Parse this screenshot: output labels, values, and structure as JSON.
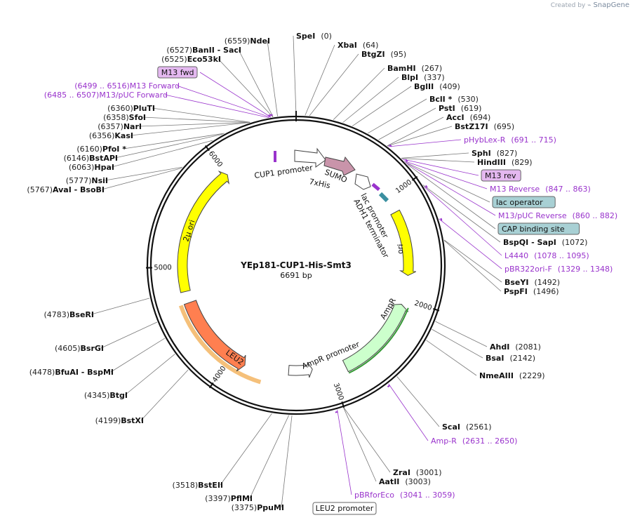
{
  "watermark": {
    "prefix": "Created by",
    "brand": "SnapGene"
  },
  "plasmid": {
    "name": "YEp181-CUP1-His-Smt3",
    "length": "6691 bp"
  },
  "ticks": [
    "1000",
    "2000",
    "3000",
    "4000",
    "5000",
    "6000"
  ],
  "features": {
    "cup1": "CUP1 promoter",
    "sumo": "SUMO",
    "his": "7xHis",
    "lac": "lac promoter",
    "adh1": "ADH1 terminator",
    "ori": "ori",
    "ampr": "AmpR",
    "amprp": "AmpR promoter",
    "leu2": "LEU2",
    "twomu": "2μ ori",
    "leu2p": "LEU2 promoter"
  },
  "right_labels": [
    {
      "name": "SpeI",
      "pos": "(0)"
    },
    {
      "name": "XbaI",
      "pos": "(64)"
    },
    {
      "name": "BtgZI",
      "pos": "(95)"
    },
    {
      "name": "BamHI",
      "pos": "(267)"
    },
    {
      "name": "BlpI",
      "pos": "(337)"
    },
    {
      "name": "BglII",
      "pos": "(409)"
    },
    {
      "name": "BclI *",
      "pos": "(530)"
    },
    {
      "name": "PstI",
      "pos": "(619)"
    },
    {
      "name": "AccI",
      "pos": "(694)"
    },
    {
      "name": "BstZ17I",
      "pos": "(695)"
    },
    {
      "primer": "pHybLex-R",
      "pos": "(691 .. 715)"
    },
    {
      "name": "SphI",
      "pos": "(827)"
    },
    {
      "name": "HindIII",
      "pos": "(829)"
    },
    {
      "box": "M13 rev",
      "kind": "primer"
    },
    {
      "primer": "M13 Reverse",
      "pos": "(847 .. 863)"
    },
    {
      "box": "lac operator",
      "kind": "feature"
    },
    {
      "primer": "M13/pUC Reverse",
      "pos": "(860 .. 882)"
    },
    {
      "box": "CAP binding site",
      "kind": "feature"
    },
    {
      "name": "BspQI - SapI",
      "pos": "(1072)"
    },
    {
      "primer": "L4440",
      "pos": "(1078 .. 1095)"
    },
    {
      "primer": "pBR322ori-F",
      "pos": "(1329 .. 1348)"
    },
    {
      "name": "BseYI",
      "pos": "(1492)"
    },
    {
      "name": "PspFI",
      "pos": "(1496)"
    },
    {
      "name": "AhdI",
      "pos": "(2081)"
    },
    {
      "name": "BsaI",
      "pos": "(2142)"
    },
    {
      "name": "NmeAIII",
      "pos": "(2229)"
    },
    {
      "name": "ScaI",
      "pos": "(2561)"
    },
    {
      "primer": "Amp-R",
      "pos": "(2631 .. 2650)"
    },
    {
      "name": "ZraI",
      "pos": "(3001)"
    },
    {
      "name": "AatII",
      "pos": "(3003)"
    },
    {
      "primer": "pBRforEco",
      "pos": "(3041 .. 3059)"
    }
  ],
  "left_labels": [
    {
      "name": "NdeI",
      "pos": "(6559)"
    },
    {
      "name": "BanII - SacI",
      "pos": "(6527)"
    },
    {
      "name": "Eco53kI",
      "pos": "(6525)"
    },
    {
      "box": "M13 fwd",
      "kind": "primer"
    },
    {
      "primer": "M13 Forward",
      "pos": "(6499 .. 6516)"
    },
    {
      "primer": "M13/pUC Forward",
      "pos": "(6485 .. 6507)"
    },
    {
      "name": "PluTI",
      "pos": "(6360)"
    },
    {
      "name": "SfoI",
      "pos": "(6358)"
    },
    {
      "name": "NarI",
      "pos": "(6357)"
    },
    {
      "name": "KasI",
      "pos": "(6356)"
    },
    {
      "name": "PfoI *",
      "pos": "(6160)"
    },
    {
      "name": "BstAPI",
      "pos": "(6146)"
    },
    {
      "name": "HpaI",
      "pos": "(6063)"
    },
    {
      "name": "NsiI",
      "pos": "(5777)"
    },
    {
      "name": "AvaI - BsoBI",
      "pos": "(5767)"
    },
    {
      "name": "BseRI",
      "pos": "(4783)"
    },
    {
      "name": "BsrGI",
      "pos": "(4605)"
    },
    {
      "name": "BfuAI - BspMI",
      "pos": "(4478)"
    },
    {
      "name": "BtgI",
      "pos": "(4345)"
    },
    {
      "name": "BstXI",
      "pos": "(4199)"
    },
    {
      "name": "BstEII",
      "pos": "(3518)"
    },
    {
      "name": "PflMI",
      "pos": "(3397)"
    },
    {
      "name": "PpuMI",
      "pos": "(3375)"
    }
  ],
  "colors": {
    "primer": "#9933cc",
    "ori": "#ffff00",
    "ampr": "#ccffcc",
    "leu2": "#ff7f50",
    "sumo": "#c994aa",
    "box_feature": "#a8d0d4",
    "box_primer": "#e4b8f0",
    "leu2p_outline": "#f5c07a"
  }
}
